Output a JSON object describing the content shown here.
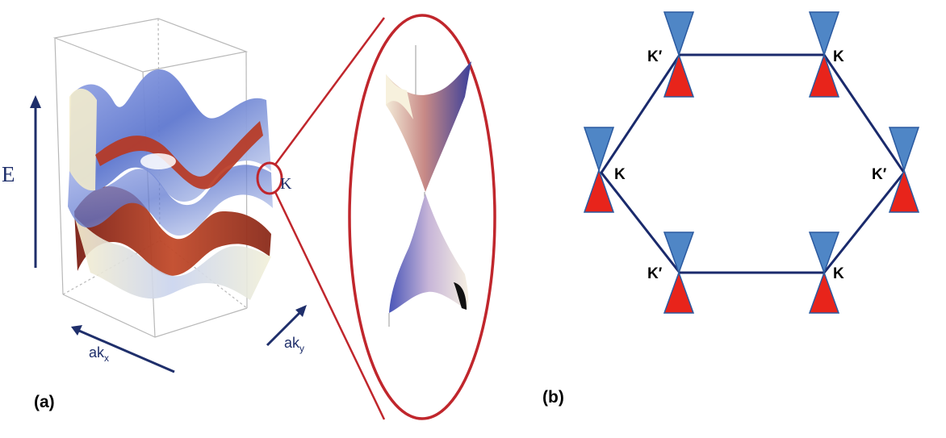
{
  "panel_a": {
    "panel_label": "(a)",
    "energy_axis_label": "E",
    "kx_label_base": "ak",
    "kx_label_sub": "x",
    "ky_label_base": "ak",
    "ky_label_sub": "y",
    "point_label": "K",
    "colors": {
      "axis_arrow": "#1f2f6b",
      "zoom_circle": "#c0262c",
      "band_blue": "#6f86d6",
      "band_light": "#f4f0d6",
      "band_red": "#9b2a1e",
      "box_line": "#b8b8b8"
    }
  },
  "panel_b": {
    "panel_label": "(b)",
    "vertex_labels": [
      "K′",
      "K",
      "K",
      "K′",
      "K′",
      "K"
    ],
    "colors": {
      "hexagon_line": "#1a2a6c",
      "upper_cone": "#4f86c6",
      "lower_cone": "#e8241b"
    }
  }
}
